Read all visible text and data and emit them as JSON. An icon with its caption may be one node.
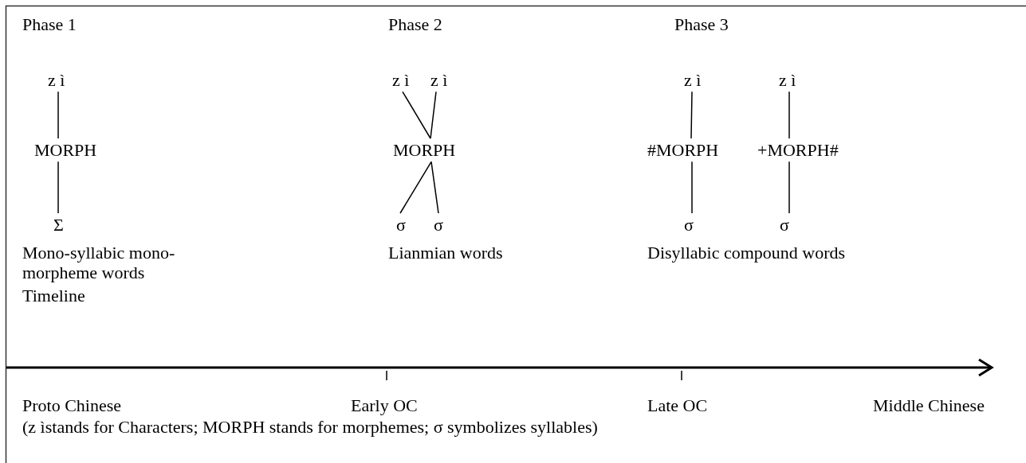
{
  "diagram": {
    "nodes": [
      {
        "text": [
          "z ì"
        ]
      },
      {
        "text": [
          "MORPH"
        ]
      },
      {
        "text": [
          "Σ"
        ]
      },
      {
        "text": [
          "z ì"
        ]
      },
      {
        "text": [
          "z ì"
        ]
      },
      {
        "text": [
          "MORPH"
        ]
      },
      {
        "text": [
          "σ"
        ]
      },
      {
        "text": [
          "σ"
        ]
      },
      {
        "text": [
          "z ì"
        ]
      },
      {
        "text": [
          "z ì"
        ]
      },
      {
        "text": [
          "#MORPH"
        ]
      },
      {
        "text": [
          "+MORPH#"
        ]
      },
      {
        "text": [
          "σ"
        ]
      },
      {
        "text": [
          "σ"
        ]
      }
    ],
    "edges": [
      {
        "from": 0,
        "to": 1,
        "arrow": "none"
      },
      {
        "from": 1,
        "to": 2,
        "arrow": "none"
      },
      {
        "from": 3,
        "to": 5,
        "arrow": "none"
      },
      {
        "from": 4,
        "to": 5,
        "arrow": "none"
      },
      {
        "from": 5,
        "to": 6,
        "arrow": "none"
      },
      {
        "from": 5,
        "to": 7,
        "arrow": "none"
      },
      {
        "from": 8,
        "to": 10,
        "arrow": "none"
      },
      {
        "from": 10,
        "to": 12,
        "arrow": "none"
      },
      {
        "from": 9,
        "to": 11,
        "arrow": "none"
      },
      {
        "from": 11,
        "to": 13,
        "arrow": "none"
      }
    ],
    "labels": [
      "Phase 1",
      "Phase 2",
      "Phase 3",
      "Mono-syllabic mono-morpheme words",
      "Lianmian words",
      "Disyllabic compound words",
      "Timeline",
      "Proto Chinese",
      "Early OC",
      "Late OC",
      "Middle Chinese",
      "(z ìstands for Characters; MORPH stands for morphemes; σ symbolizes syllables)"
    ]
  }
}
